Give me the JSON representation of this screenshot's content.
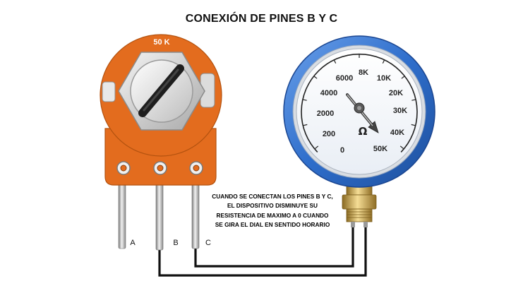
{
  "title": "CONEXIÓN DE PINES B Y C",
  "potentiometer": {
    "value_label": "50 K",
    "pins": [
      "A",
      "B",
      "C"
    ]
  },
  "ohmmeter": {
    "unit_symbol": "Ω",
    "scale_labels": [
      "0",
      "200",
      "2000",
      "4000",
      "6000",
      "8K",
      "10K",
      "20K",
      "30K",
      "40K",
      "50K"
    ]
  },
  "note": "CUANDO SE CONECTAN LOS PINES B Y C, EL DISPOSITIVO DISMINUYE SU RESISTENCIA DE MAXIMO A 0 CUANDO SE GIRA EL DIAL EN SENTIDO HORARIO",
  "colors": {
    "pot_body": "#e36c1e",
    "pot_body_edge": "#b3520f",
    "meter_bezel": "#2f6ecb",
    "meter_face": "#ffffff",
    "wire": "#111111",
    "brass": "#c9a54a"
  }
}
